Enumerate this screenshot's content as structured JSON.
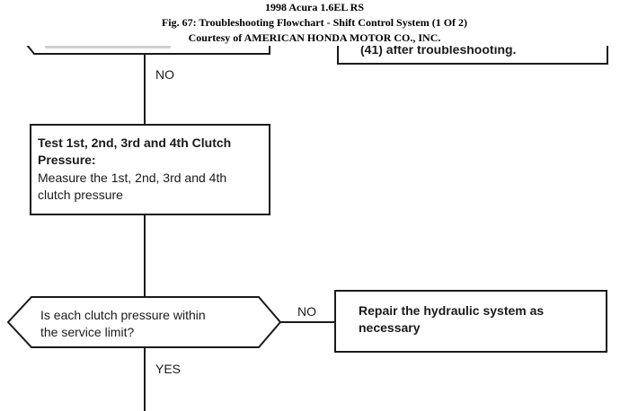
{
  "header": {
    "line1": "1998 Acura 1.6EL RS",
    "line2": "Fig. 67: Troubleshooting Flowchart - Shift Control System (1 Of 2)",
    "line3": "Courtesy of AMERICAN HONDA MOTOR CO., INC."
  },
  "flowchart": {
    "top_right_box_text": "(41) after troubleshooting.",
    "branch_no_1": "NO",
    "test_box": {
      "title_line1": "Test 1st, 2nd, 3rd and 4th Clutch",
      "title_line2": "Pressure:",
      "body_line1": "Measure the 1st, 2nd, 3rd and 4th",
      "body_line2": "clutch pressure"
    },
    "decision": {
      "line1": "Is each clutch pressure within",
      "line2": "the service limit?"
    },
    "branch_no_2": "NO",
    "repair_box": {
      "line1": "Repair the hydraulic system as",
      "line2": "necessary"
    },
    "branch_yes": "YES"
  }
}
